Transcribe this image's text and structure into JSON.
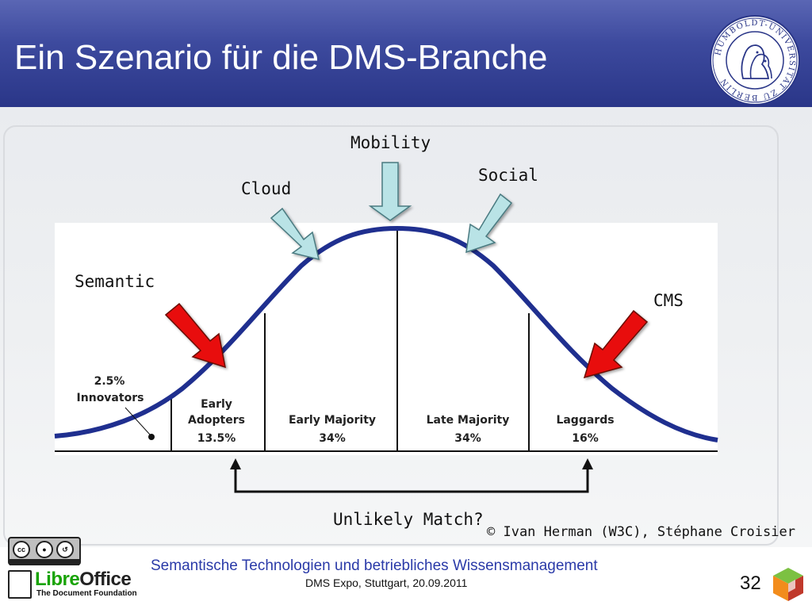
{
  "slide": {
    "title": "Ein Szenario für die DMS-Branche",
    "page_number": "32",
    "copyright": "© Ivan Herman (W3C), Stéphane Croisier"
  },
  "seal": {
    "text": "HUMBOLDT-UNIVERSITÄT ZU BERLIN"
  },
  "diagram": {
    "labels": {
      "mobility": "Mobility",
      "cloud": "Cloud",
      "social": "Social",
      "semantic": "Semantic",
      "cms": "CMS",
      "unlikely_match": "Unlikely Match?"
    },
    "segments": {
      "innovators_pct": "2.5%",
      "innovators": "Innovators",
      "early_adopters_1": "Early",
      "early_adopters_2": "Adopters",
      "early_adopters_pct": "13.5%",
      "early_majority": "Early Majority",
      "early_majority_pct": "34%",
      "late_majority": "Late Majority",
      "late_majority_pct": "34%",
      "laggards": "Laggards",
      "laggards_pct": "16%"
    },
    "colors": {
      "curve": "#1f2f8f",
      "arrow_light": "#b9e3e6",
      "arrow_red": "#e8110b"
    }
  },
  "footer": {
    "title": "Semantische Technologien und betriebliches Wissensmanagement",
    "subtitle": "DMS Expo, Stuttgart, 20.09.2011",
    "cc_by": "BY",
    "cc_sa": "SA",
    "cc_symbol": "cc",
    "libre": "Libre",
    "office": "Office",
    "foundation": "The Document Foundation"
  }
}
